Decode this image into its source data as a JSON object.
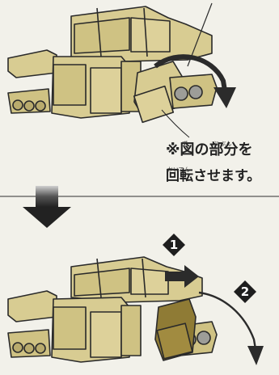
{
  "note": {
    "line1": "※図の部分を",
    "line2": "回転させます。",
    "ruby1": {
      "zu": "ず",
      "bubun": "ぶ ぶん"
    },
    "ruby2": {
      "kaiten": "かいてん"
    }
  },
  "steps": [
    {
      "label": "1"
    },
    {
      "label": "2"
    }
  ],
  "colors": {
    "body": "#d8cc92",
    "body_dark": "#b9ab6d",
    "highlight": "#8f7b35",
    "outline": "#2a2a2a",
    "arrow": "#2b2b2b",
    "background": "#f2f1ea"
  }
}
